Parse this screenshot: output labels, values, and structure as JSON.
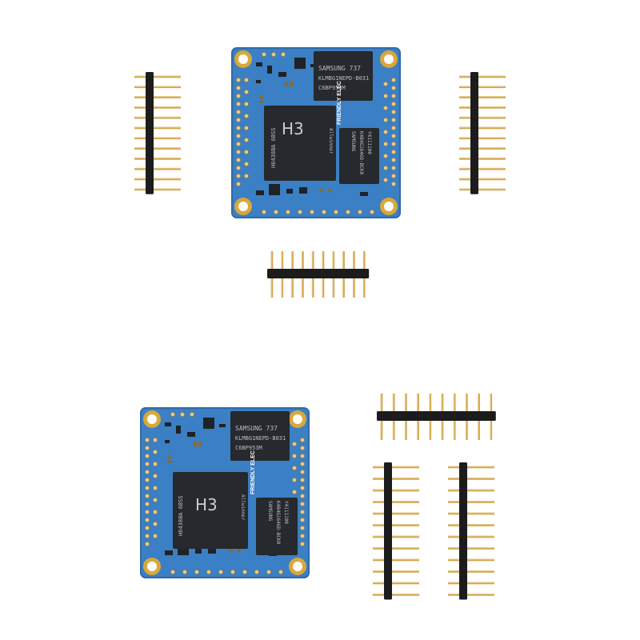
{
  "colors": {
    "background": "#ffffff",
    "pcb": "#3b7fc4",
    "pcb_edge": "#2f6aa8",
    "chip": "#26292d",
    "chip_text": "#b9bdc2",
    "gold": "#d9a83a",
    "pin_plastic": "#1c1c1c",
    "pin_metal": "#cfa24a"
  },
  "boards": [
    {
      "cpu": {
        "brand": "H3",
        "code": "H6438BA 6BSS",
        "maker": "Allwinner"
      },
      "emmc": {
        "line1": "SAMSUNG 737",
        "line2": "KLMBG1NEPD-B031",
        "line3": "C6BP953M"
      },
      "dram": {
        "line1": "SAMSUNG",
        "line2": "K4B4G1646D-BCK0",
        "line3": "Y4111100"
      },
      "logo": "FRIENDLY ELEC"
    },
    {
      "cpu": {
        "brand": "H3",
        "code": "H6438BA 6BSS",
        "maker": "Allwinner"
      },
      "emmc": {
        "line1": "SAMSUNG 737",
        "line2": "KLMBG1NEPD-B031",
        "line3": "C6BP953M"
      },
      "dram": {
        "line1": "SAMSUNG",
        "line2": "K4B4G1646D-BCK0",
        "line3": "Y4111100"
      },
      "logo": "FRIENDLY ELEC"
    }
  ],
  "pin_headers": [
    {
      "orientation": "vertical",
      "pins": 12
    },
    {
      "orientation": "vertical",
      "pins": 12
    },
    {
      "orientation": "horizontal",
      "pins": 10
    },
    {
      "orientation": "horizontal",
      "pins": 10
    },
    {
      "orientation": "vertical",
      "pins": 12
    },
    {
      "orientation": "vertical",
      "pins": 12
    }
  ]
}
